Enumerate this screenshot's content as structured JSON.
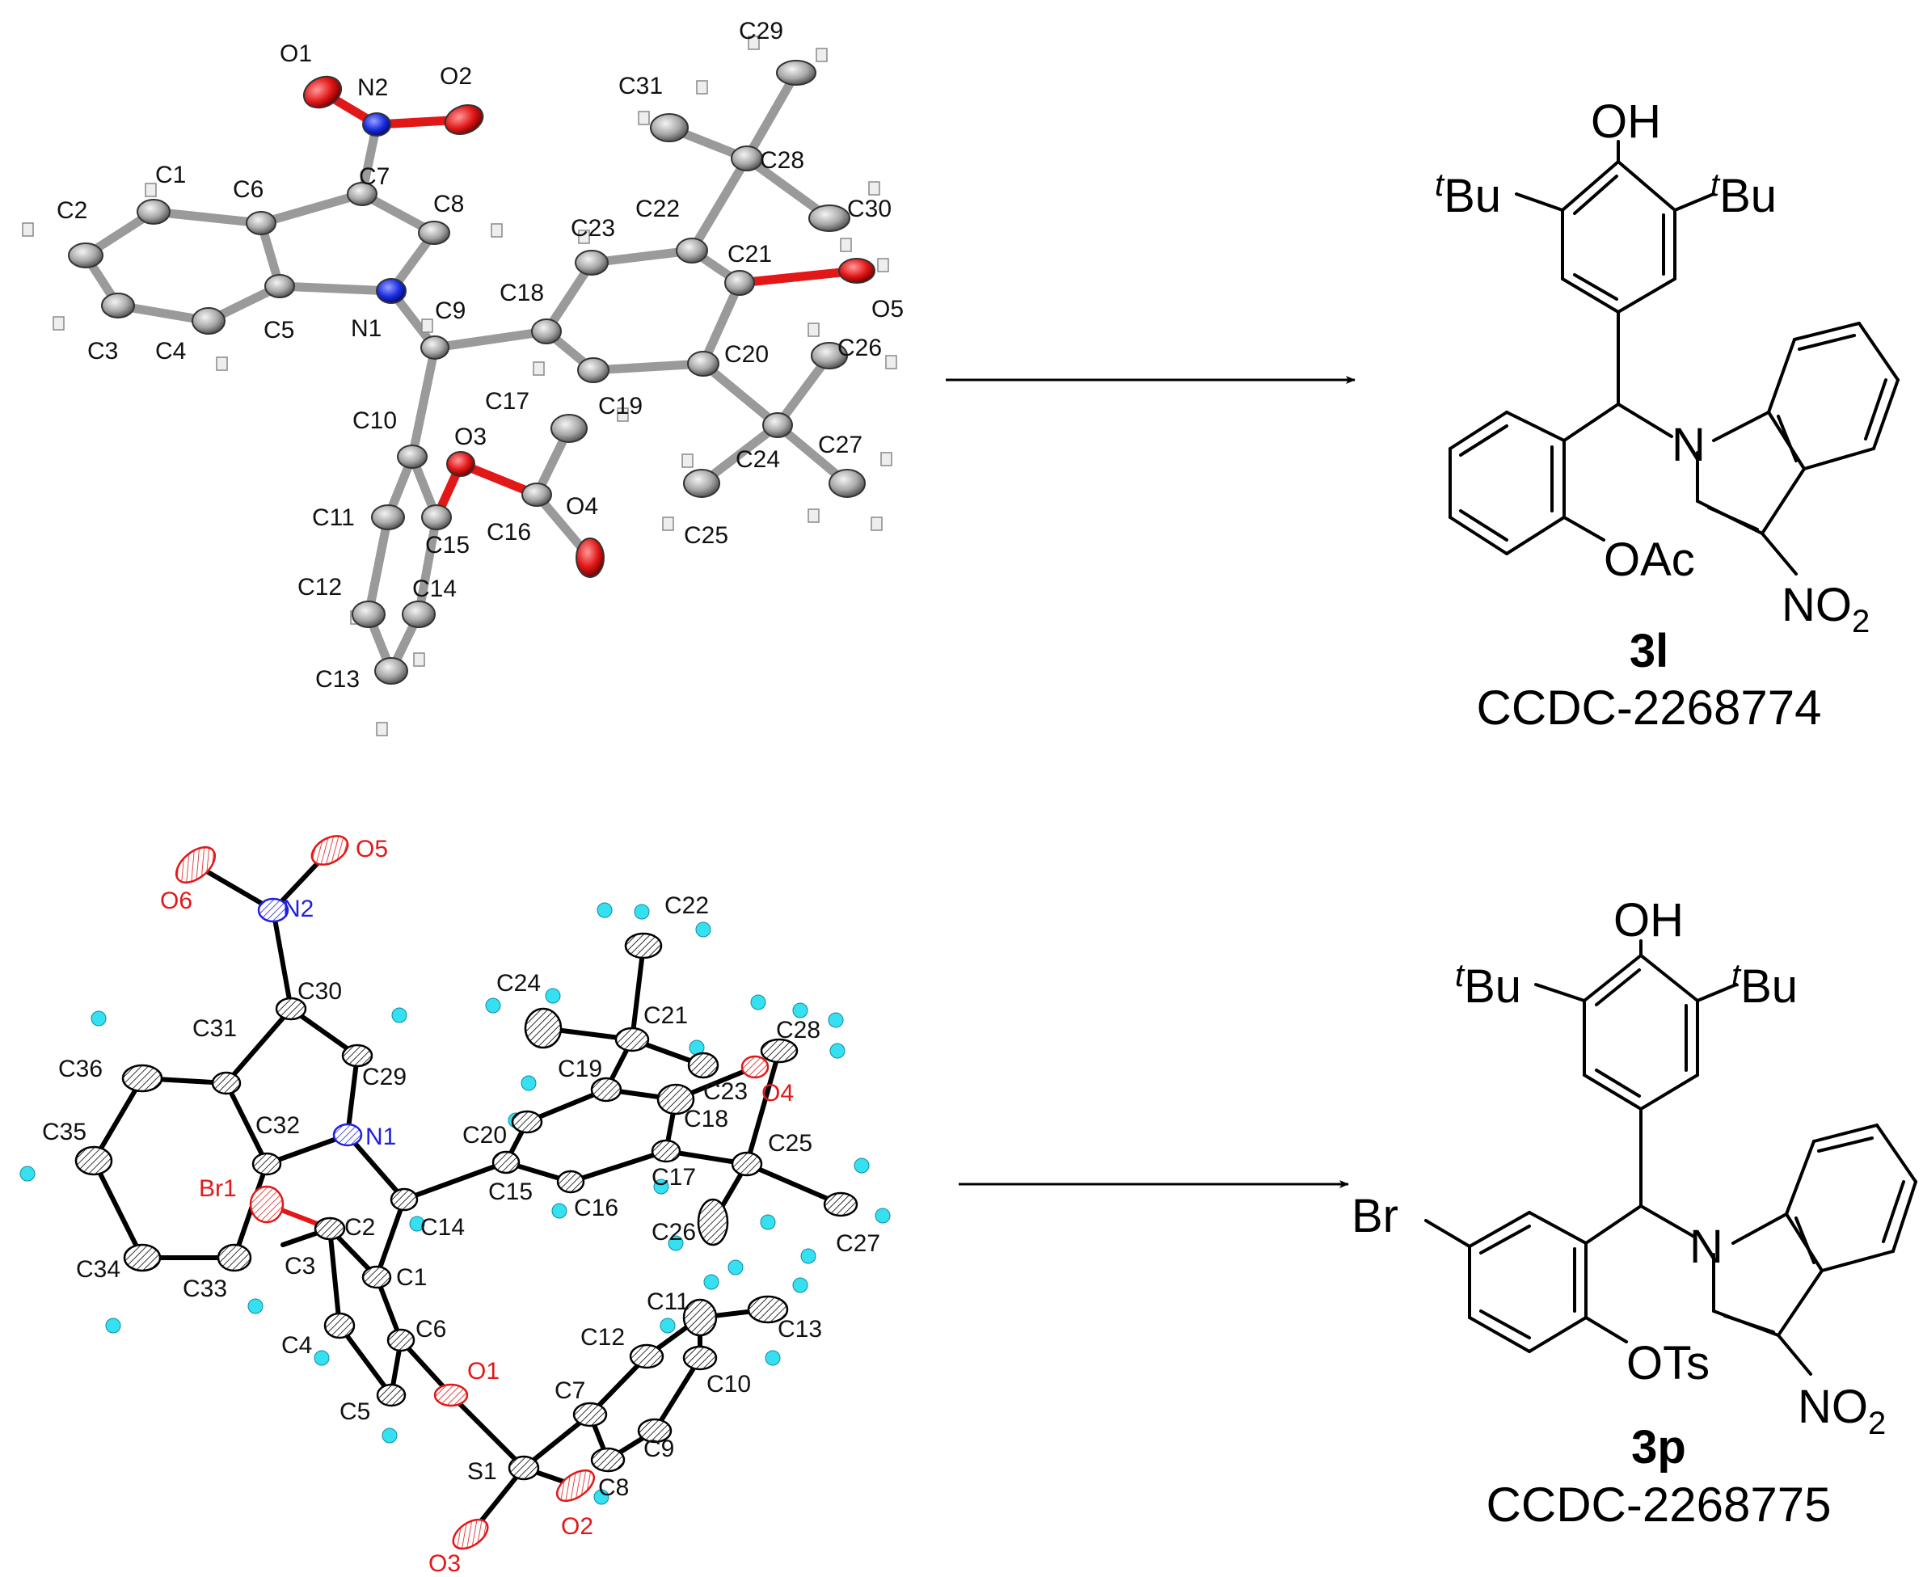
{
  "top_structure": {
    "atom_labels": [
      "O1",
      "N2",
      "O2",
      "C29",
      "C31",
      "C28",
      "C1",
      "C6",
      "C7",
      "C8",
      "C2",
      "C23",
      "C22",
      "C21",
      "C30",
      "C18",
      "C9",
      "N1",
      "C5",
      "C3",
      "C4",
      "O5",
      "C20",
      "C26",
      "C19",
      "C17",
      "C10",
      "O3",
      "C24",
      "C27",
      "C11",
      "C15",
      "C16",
      "O4",
      "C25",
      "C12",
      "C14",
      "C13"
    ],
    "compound_number": "3l",
    "ccdc": "CCDC-2268774",
    "oh": "OH",
    "tbu_prefix": "t",
    "tbu_suffix": "Bu",
    "oac": "OAc",
    "n": "N",
    "no2_main": "NO",
    "no2_sub": "2"
  },
  "bottom_structure": {
    "atom_labels": [
      "O6",
      "N2",
      "O5",
      "C22",
      "C24",
      "C21",
      "C28",
      "C30",
      "C31",
      "C36",
      "C19",
      "C23",
      "O4",
      "C29",
      "C32",
      "N1",
      "C20",
      "C18",
      "C35",
      "Br1",
      "C15",
      "C25",
      "C17",
      "C14",
      "C16",
      "C2",
      "C26",
      "C1",
      "C27",
      "C34",
      "C33",
      "C3",
      "C11",
      "C6",
      "C13",
      "C12",
      "C4",
      "O1",
      "C10",
      "C5",
      "C7",
      "C9",
      "S1",
      "C8",
      "O2",
      "O3"
    ],
    "compound_number": "3p",
    "ccdc": "CCDC-2268775",
    "oh": "OH",
    "tbu_prefix": "t",
    "tbu_suffix": "Bu",
    "br": "Br",
    "ots": "OTs",
    "n": "N",
    "no2_main": "NO",
    "no2_sub": "2"
  },
  "colors": {
    "oxygen": "#e21818",
    "nitrogen": "#2020e0",
    "carbon": "#888888",
    "bond": "#000000"
  }
}
